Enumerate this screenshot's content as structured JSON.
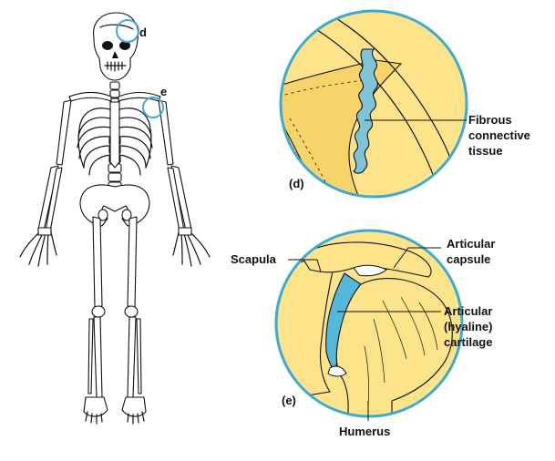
{
  "colors": {
    "bone_fill": "#FDE38A",
    "circle_ring": "#3FA9D6",
    "cartilage": "#55B8DA",
    "suture_tissue": "#7FC3D6",
    "outline": "#111111"
  },
  "skeleton_callouts": {
    "skull_marker": "d",
    "shoulder_marker": "e"
  },
  "panel_d": {
    "panel_label": "(d)",
    "labels": [
      "Fibrous",
      "connective",
      "tissue"
    ]
  },
  "panel_e": {
    "panel_label": "(e)",
    "scapula_label": "Scapula",
    "capsule_label": [
      "Articular",
      "capsule"
    ],
    "cartilage_label": [
      "Articular",
      "(hyaline)",
      "cartilage"
    ],
    "humerus_label": "Humerus"
  }
}
